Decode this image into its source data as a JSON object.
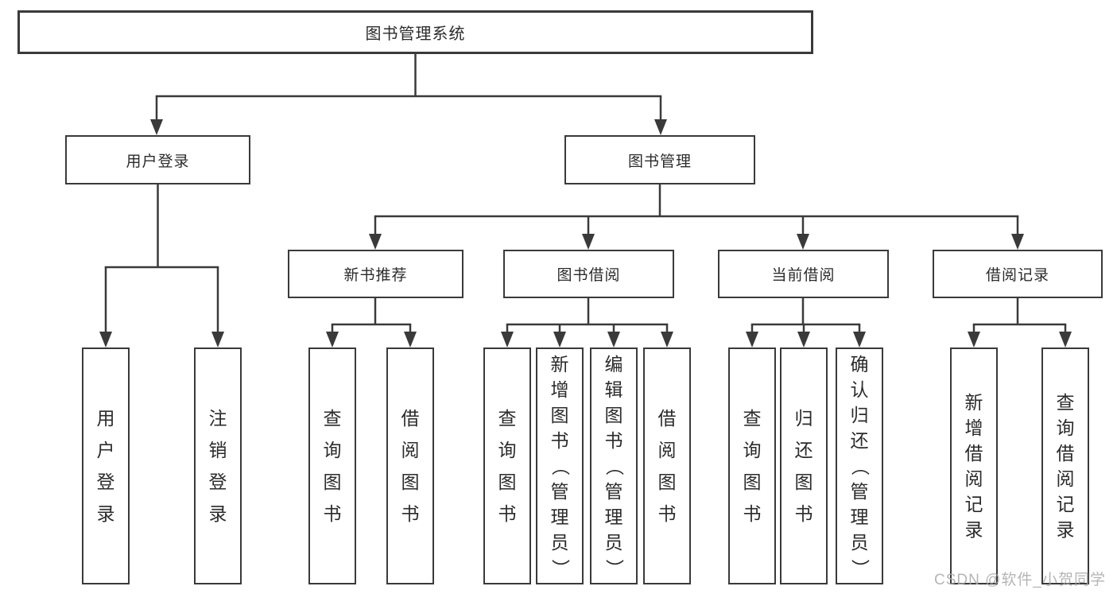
{
  "diagram": {
    "colors": {
      "line": "#3a3a3a",
      "text": "#2b2b2b",
      "background": "#ffffff",
      "watermark": "#a9a9a9"
    },
    "watermark": "CSDN @软件_小贺同学",
    "tree": {
      "root": "图书管理系统",
      "children": [
        {
          "label": "用户登录",
          "children": [
            "用户登录",
            "注销登录"
          ]
        },
        {
          "label": "图书管理",
          "children": [
            {
              "label": "新书推荐",
              "children": [
                "查询图书",
                "借阅图书"
              ]
            },
            {
              "label": "图书借阅",
              "children": [
                "查询图书",
                "新增图书（管理员）",
                "编辑图书（管理员）",
                "借阅图书"
              ]
            },
            {
              "label": "当前借阅",
              "children": [
                "查询图书",
                "归还图书",
                "确认归还（管理员）"
              ]
            },
            {
              "label": "借阅记录",
              "children": [
                "新增借阅记录",
                "查询借阅记录"
              ]
            }
          ]
        }
      ]
    }
  }
}
